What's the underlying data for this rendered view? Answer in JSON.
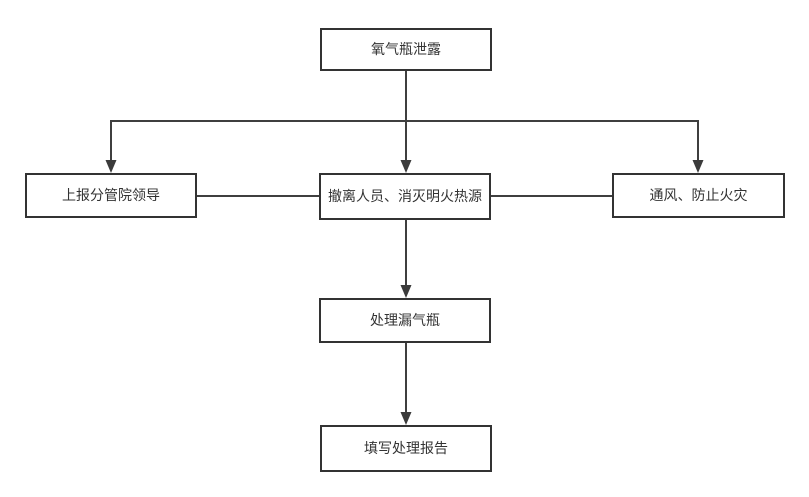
{
  "diagram": {
    "type": "flowchart",
    "nodes": {
      "start": {
        "label": "氧气瓶泄露"
      },
      "report_leader": {
        "label": "上报分管院领导"
      },
      "evacuate": {
        "label": "撤离人员、消灭明火热源"
      },
      "ventilate": {
        "label": "通风、防止火灾"
      },
      "handle_cylinder": {
        "label": "处理漏气瓶"
      },
      "write_report": {
        "label": "填写处理报告"
      }
    },
    "edges": [
      {
        "from": "start",
        "to": "report_leader",
        "arrow": true
      },
      {
        "from": "start",
        "to": "evacuate",
        "arrow": true
      },
      {
        "from": "start",
        "to": "ventilate",
        "arrow": true
      },
      {
        "from": "report_leader",
        "to": "evacuate",
        "arrow": false
      },
      {
        "from": "evacuate",
        "to": "ventilate",
        "arrow": false
      },
      {
        "from": "evacuate",
        "to": "handle_cylinder",
        "arrow": true
      },
      {
        "from": "handle_cylinder",
        "to": "write_report",
        "arrow": true
      }
    ],
    "colors": {
      "line": "#3f3f3f",
      "border": "#333333",
      "text": "#333333",
      "background": "#ffffff"
    }
  }
}
